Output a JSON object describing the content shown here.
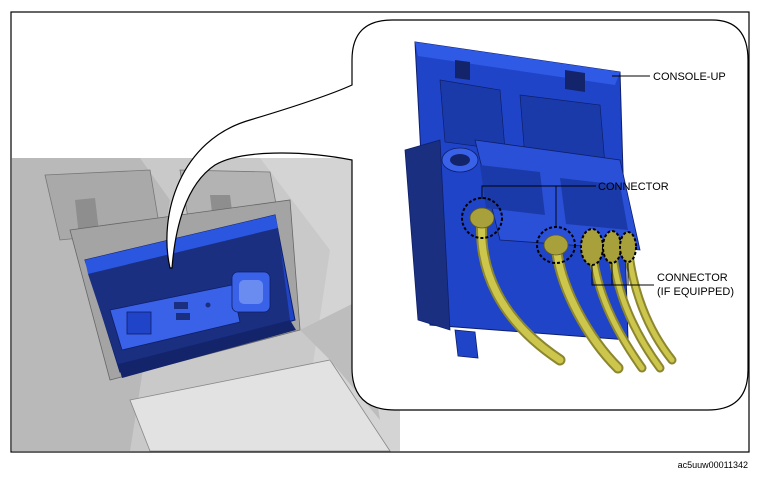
{
  "labels": {
    "console_up": "CONSOLE-UP",
    "connector": "CONNECTOR",
    "connector_if_equipped_line1": "CONNECTOR",
    "connector_if_equipped_line2": "(IF EQUIPPED)"
  },
  "figure_code": "ac5uuw00011342",
  "colors": {
    "console_blue": "#1f44c8",
    "console_blue_dark": "#1b2f80",
    "cable_yellow": "#c9c24a",
    "housing_gray": "#cfcfcf",
    "frame": "#000000"
  }
}
